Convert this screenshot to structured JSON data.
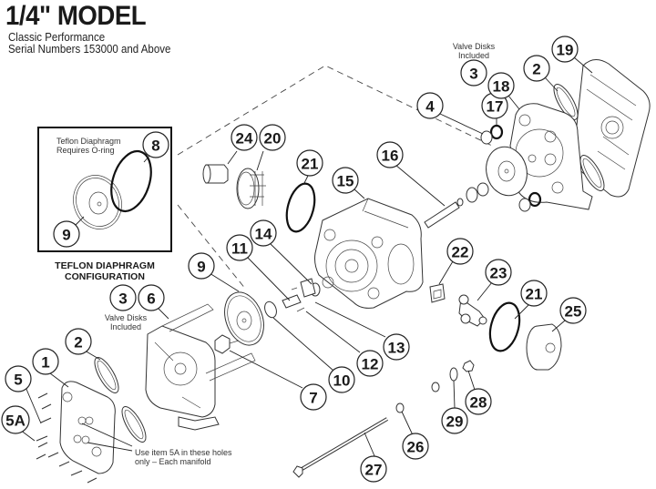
{
  "header": {
    "title": "1/4\" MODEL",
    "subtitle_line1": "Classic Performance",
    "subtitle_line2": "Serial Numbers 153000 and Above"
  },
  "inset": {
    "note_line1": "Teflon Diaphragm",
    "note_line2": "Requires O-ring",
    "caption_line1": "TEFLON DIAPHRAGM",
    "caption_line2": "CONFIGURATION",
    "callouts": [
      "8",
      "9"
    ]
  },
  "notes": {
    "valve_disks_top_line1": "Valve Disks",
    "valve_disks_top_line2": "Included",
    "valve_disks_left_line1": "Valve Disks",
    "valve_disks_left_line2": "Included",
    "item5a_line1": "Use item 5A in these holes",
    "item5a_line2": "only – Each manifold"
  },
  "callouts": {
    "c1": "1",
    "c2a": "2",
    "c2b": "2",
    "c3a": "3",
    "c3b": "3",
    "c4": "4",
    "c5": "5",
    "c5a": "5A",
    "c6": "6",
    "c7": "7",
    "c8": "8",
    "c9a": "9",
    "c9b": "9",
    "c10": "10",
    "c11": "11",
    "c12": "12",
    "c13": "13",
    "c14": "14",
    "c15": "15",
    "c16": "16",
    "c17": "17",
    "c18": "18",
    "c19": "19",
    "c20": "20",
    "c21a": "21",
    "c21b": "21",
    "c22": "22",
    "c23": "23",
    "c24": "24",
    "c25": "25",
    "c26": "26",
    "c27": "27",
    "c28": "28",
    "c29": "29"
  }
}
